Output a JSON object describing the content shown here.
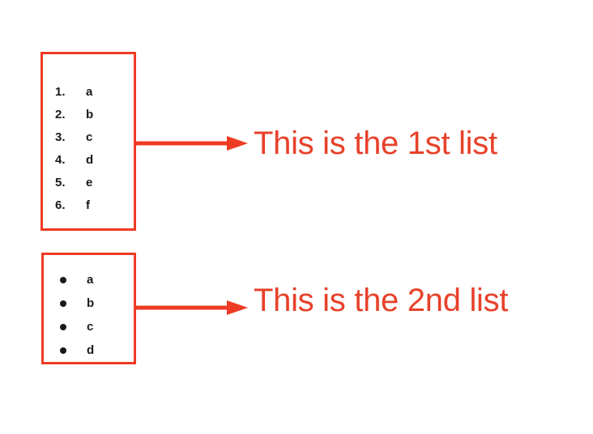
{
  "background_color": "#ffffff",
  "accent_color": "#ee3b24",
  "text_color": "#1a1a1a",
  "label_color": "#e8412a",
  "diagram": {
    "groups": [
      {
        "name": "ordered-list-group",
        "box_name": "ordered-list-box",
        "list_type": "ordered",
        "items": [
          {
            "marker": "1.",
            "text": "a"
          },
          {
            "marker": "2.",
            "text": "b"
          },
          {
            "marker": "3.",
            "text": "c"
          },
          {
            "marker": "4.",
            "text": "d"
          },
          {
            "marker": "5.",
            "text": "e"
          },
          {
            "marker": "6.",
            "text": "f"
          }
        ],
        "arrow": {
          "name": "arrow-right-icon",
          "direction": "right"
        },
        "label": "This is the 1st list"
      },
      {
        "name": "unordered-list-group",
        "box_name": "unordered-list-box",
        "list_type": "unordered",
        "items": [
          {
            "marker": "•",
            "text": "a"
          },
          {
            "marker": "•",
            "text": "b"
          },
          {
            "marker": "•",
            "text": "c"
          },
          {
            "marker": "•",
            "text": "d"
          }
        ],
        "arrow": {
          "name": "arrow-right-icon",
          "direction": "right"
        },
        "label": "This is the 2nd list"
      }
    ]
  }
}
